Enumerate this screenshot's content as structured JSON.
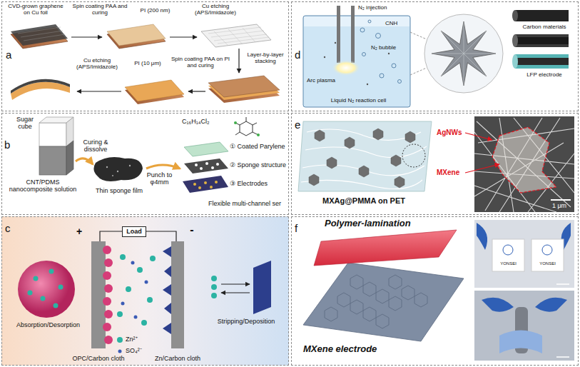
{
  "diagram": {
    "nodes": [
      {
        "text": [
          "a"
        ]
      },
      {
        "text": [
          "b"
        ]
      },
      {
        "text": [
          "c"
        ]
      },
      {
        "text": [
          "d"
        ]
      },
      {
        "text": [
          "e"
        ]
      },
      {
        "text": [
          "f"
        ]
      },
      {
        "text": [
          "Load"
        ],
        "in": 2
      }
    ],
    "labels": [
      "CVD-grown graphene on Cu foil",
      "Spin coating PAA and curing",
      "PI (200 nm)",
      "Cu etching (APS/Imidazole)",
      "Layer-by-layer stacking",
      "Spin coating PAA on PI and curing",
      "PI (10 μm)",
      "Cu etching (APS/Imidazole)",
      "Sugar cube",
      "CNT/PDMS nanocomposite solution",
      "Curing & dissolve",
      "Thin sponge film",
      "Punch to φ4mm",
      "C₁₆H₁₄Cl₂",
      "① Coated Parylene",
      "② Sponge structure",
      "③ Electrodes",
      "Flexible multi-channel ser",
      "+",
      "-",
      "Absorption/Desorption",
      "Zn²⁺",
      "SO₄²⁻",
      "OPC/Carbon cloth",
      "Zn/Carbon cloth",
      "Stripping/Deposition",
      "N₂ injection",
      "CNH",
      "N₂ bubble",
      "Arc plasma",
      "Liquid N₂ reaction cell",
      "Carbon materials",
      "LFP electrode",
      "AgNWs",
      "MXene",
      "MXAg@PMMA on PET",
      "1 μm",
      "Polymer-lamination",
      "MXene electrode",
      "YONSEI",
      "YONSEI"
    ]
  }
}
